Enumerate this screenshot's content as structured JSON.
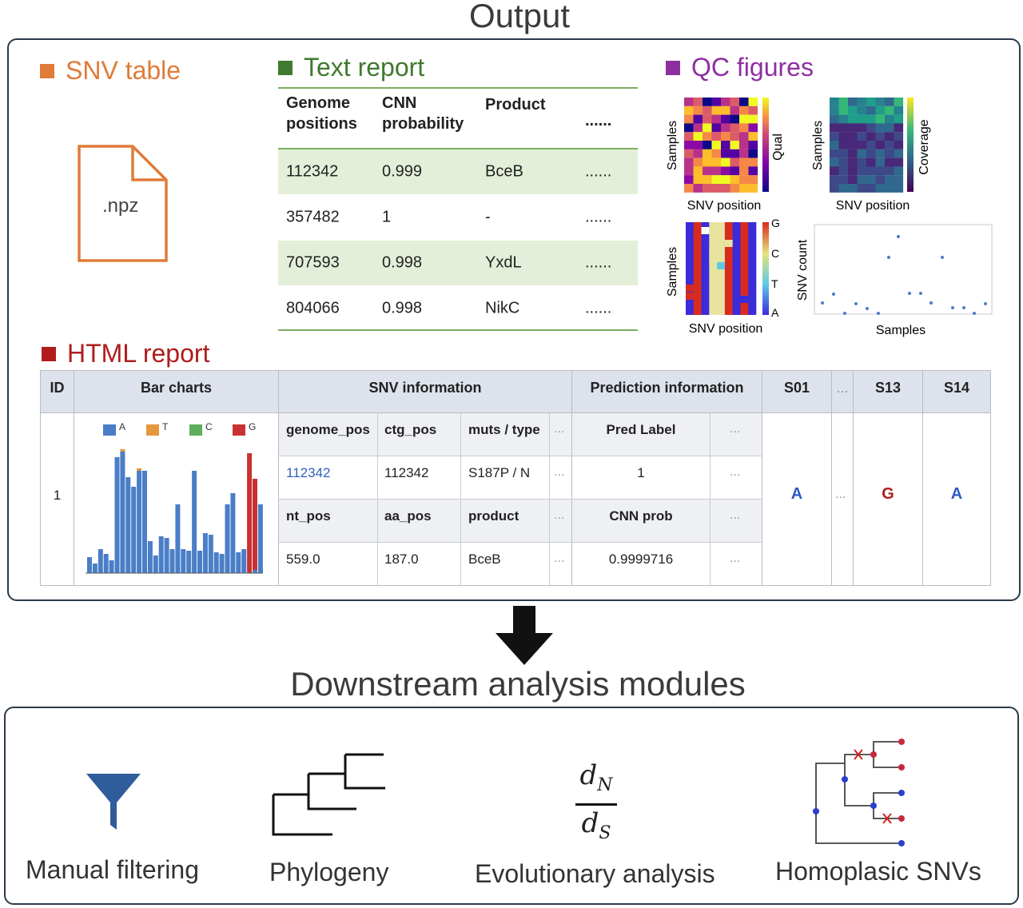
{
  "output_title": "Output",
  "snv_table": {
    "heading": "SNV table",
    "color": "#e07b39",
    "file_label": ".npz"
  },
  "text_report": {
    "heading": "Text report",
    "color": "#3f7a2e",
    "headers": [
      "Genome\npositions",
      "CNN\nprobability",
      "Product",
      "......"
    ],
    "rows": [
      [
        "112342",
        "0.999",
        "BceB",
        "......"
      ],
      [
        "357482",
        "1",
        "-",
        "......"
      ],
      [
        "707593",
        "0.998",
        "YxdL",
        "......"
      ],
      [
        "804066",
        "0.998",
        "NikC",
        "......"
      ]
    ]
  },
  "qc_figures": {
    "heading": "QC figures",
    "color": "#8e2fa0",
    "heatmap_qual": {
      "ylabel": "Samples",
      "xlabel": "SNV position",
      "cbar": "Qual"
    },
    "heatmap_cov": {
      "ylabel": "Samples",
      "xlabel": "SNV position",
      "cbar": "Coverage"
    },
    "heatmap_base": {
      "ylabel": "Samples",
      "xlabel": "SNV position",
      "cbar_ticks": [
        "G",
        "C",
        "T",
        "A"
      ]
    },
    "scatter": {
      "ylabel": "SNV count",
      "xlabel": "Samples"
    }
  },
  "html_report": {
    "heading": "HTML report",
    "color": "#b01c1c",
    "col_headers": {
      "id": "ID",
      "bar_charts": "Bar charts",
      "snv_info": "SNV information",
      "pred_info": "Prediction information",
      "s01": "S01",
      "ellipsis": "...",
      "s13": "S13",
      "s14": "S14"
    },
    "row_id": "1",
    "bar_legend": [
      "A",
      "T",
      "C",
      "G"
    ],
    "snv_fields": {
      "h1": [
        "genome_pos",
        "ctg_pos",
        "muts / type"
      ],
      "v1": [
        "112342",
        "112342",
        "S187P / N"
      ],
      "h2": [
        "nt_pos",
        "aa_pos",
        "product"
      ],
      "v2": [
        "559.0",
        "187.0",
        "BceB"
      ]
    },
    "pred_fields": {
      "h1": "Pred Label",
      "v1": "1",
      "h2": "CNN prob",
      "v2": "0.9999716"
    },
    "ellipsis": "...",
    "sample_calls": {
      "s01": "A",
      "s13": "G",
      "s14": "A"
    }
  },
  "colors": {
    "A": "#4a7ec7",
    "T": "#e5973e",
    "C": "#5fae5a",
    "G": "#c83232",
    "link": "#2f5fbf",
    "call_blue": "#2f57c8",
    "call_red": "#b01c1c"
  },
  "downstream_title": "Downstream analysis modules",
  "modules": [
    {
      "label": "Manual filtering",
      "icon": "funnel-icon"
    },
    {
      "label": "Phylogeny",
      "icon": "tree-icon"
    },
    {
      "label": "Evolutionary analysis",
      "icon": "dnds-icon",
      "formula_num": "d",
      "formula_num_sub": "N",
      "formula_den": "d",
      "formula_den_sub": "S"
    },
    {
      "label": "Homoplasic SNVs",
      "icon": "homoplasy-tree-icon"
    }
  ]
}
